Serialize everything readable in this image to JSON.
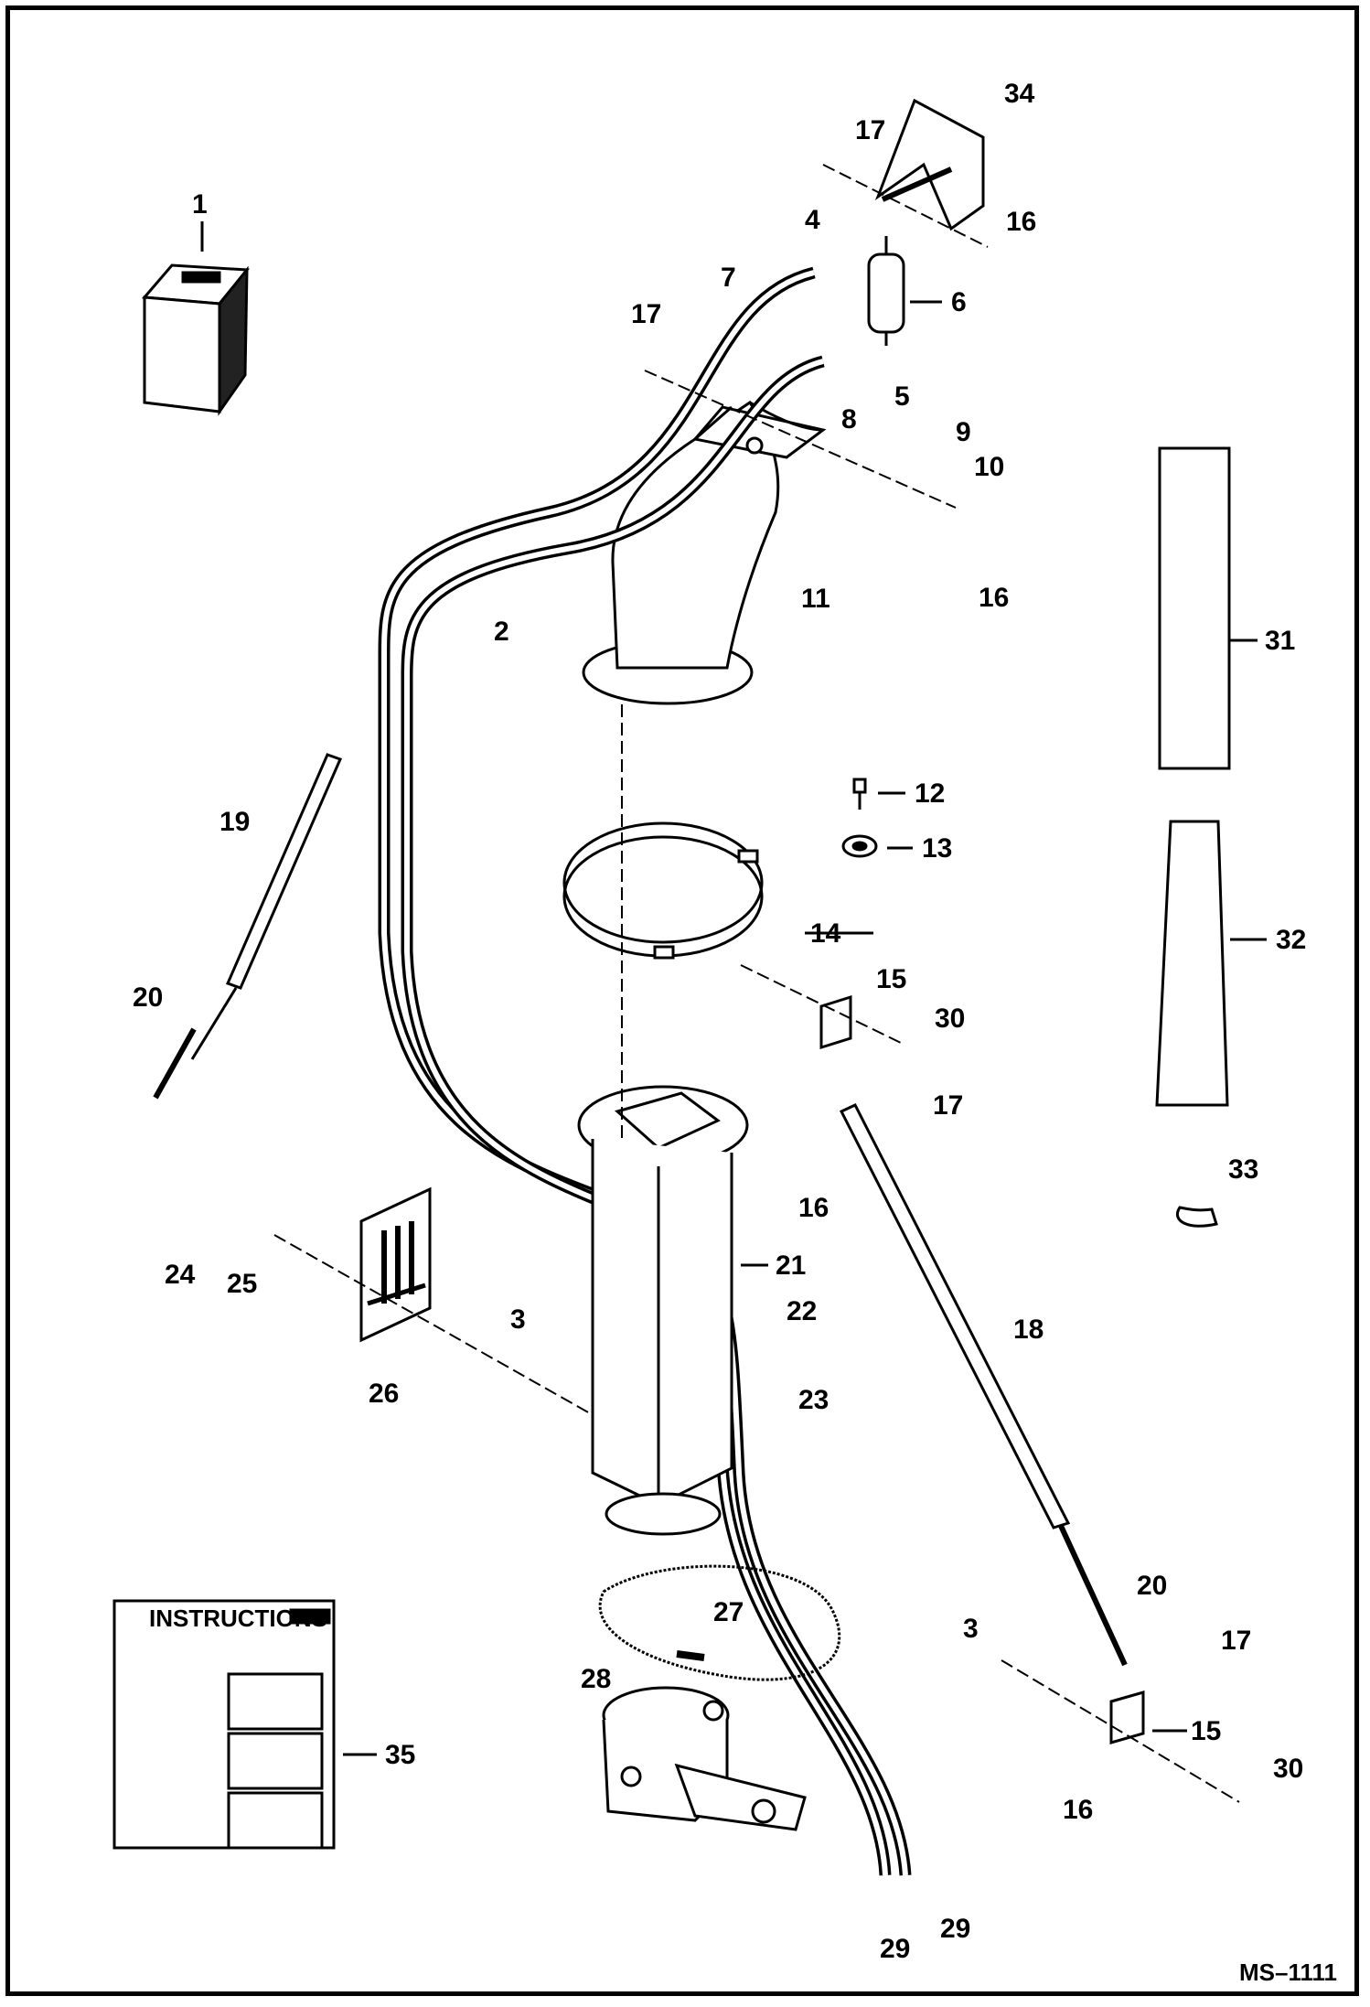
{
  "drawing": {
    "id": "MS–1111",
    "callouts": [
      "1",
      "2",
      "3",
      "4",
      "5",
      "6",
      "7",
      "8",
      "9",
      "10",
      "11",
      "12",
      "13",
      "14",
      "15",
      "16",
      "17",
      "18",
      "19",
      "20",
      "21",
      "22",
      "23",
      "24",
      "25",
      "26",
      "27",
      "28",
      "29",
      "30",
      "31",
      "32",
      "33",
      "34",
      "35"
    ]
  },
  "instruction_sheet": {
    "heading": "INSTRUCTIONS"
  },
  "colors": {
    "line": "#000000",
    "background": "#ffffff"
  }
}
